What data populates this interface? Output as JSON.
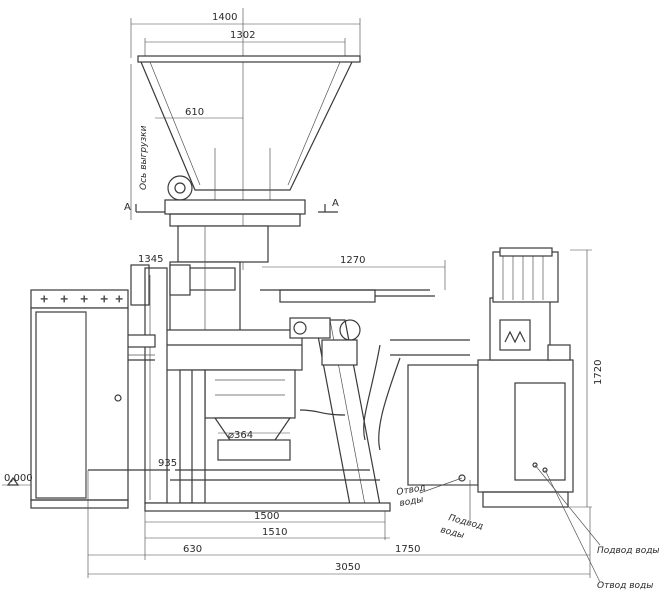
{
  "dimensions": {
    "top_width_outer": "1400",
    "top_width_inner": "1302",
    "hopper_offset": "610",
    "arm_length": "1270",
    "small_offset": "1345",
    "height_total": "1720",
    "pipe_diameter": "⌀364",
    "base_offset": "935",
    "base_length": "1500",
    "base_length_2": "1510",
    "left_part": "630",
    "right_part": "1750",
    "total_length": "3050",
    "level_zero": "0,000"
  },
  "labels": {
    "axis_unloading": "Ось выгрузки",
    "section_left": "А",
    "section_right": "А",
    "water_outlet_1": "Отвод",
    "water_outlet_2": "воды",
    "water_inlet_1": "Подвод",
    "water_inlet_2": "воды",
    "water_inlet_full": "Подвод воды",
    "water_outlet_full": "Отвод воды"
  }
}
